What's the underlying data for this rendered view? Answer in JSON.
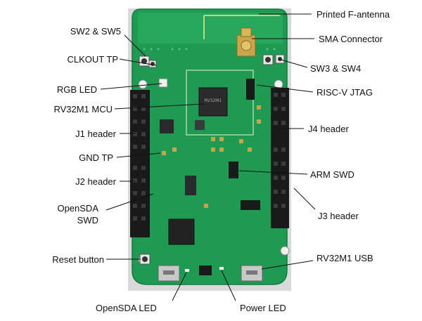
{
  "labels": {
    "printed_f_antenna": "Printed F-antenna",
    "sw2_sw5": "SW2 & SW5",
    "sma_connector": "SMA Connector",
    "clkout_tp": "CLKOUT TP",
    "sw3_sw4": "SW3 & SW4",
    "rgb_led": "RGB LED",
    "risc_v_jtag": "RISC-V JTAG",
    "rv32m1_mcu": "RV32M1 MCU",
    "j1_header": "J1 header",
    "j4_header": "J4 header",
    "gnd_tp": "GND TP",
    "arm_swd": "ARM SWD",
    "j2_header": "J2 header",
    "opensda_line1": "OpenSDA",
    "opensda_line2": "SWD",
    "j3_header": "J3 header",
    "reset_button": "Reset button",
    "rv32m1_usb": "RV32M1 USB",
    "opensda_led": "OpenSDA LED",
    "power_led": "Power LED"
  },
  "colors": {
    "pcb": "#1e9a52",
    "pcb_dark": "#137a3e",
    "header": "#1a1a1a",
    "gold": "#c9a54a",
    "background_photo": "#d8d8d8"
  }
}
